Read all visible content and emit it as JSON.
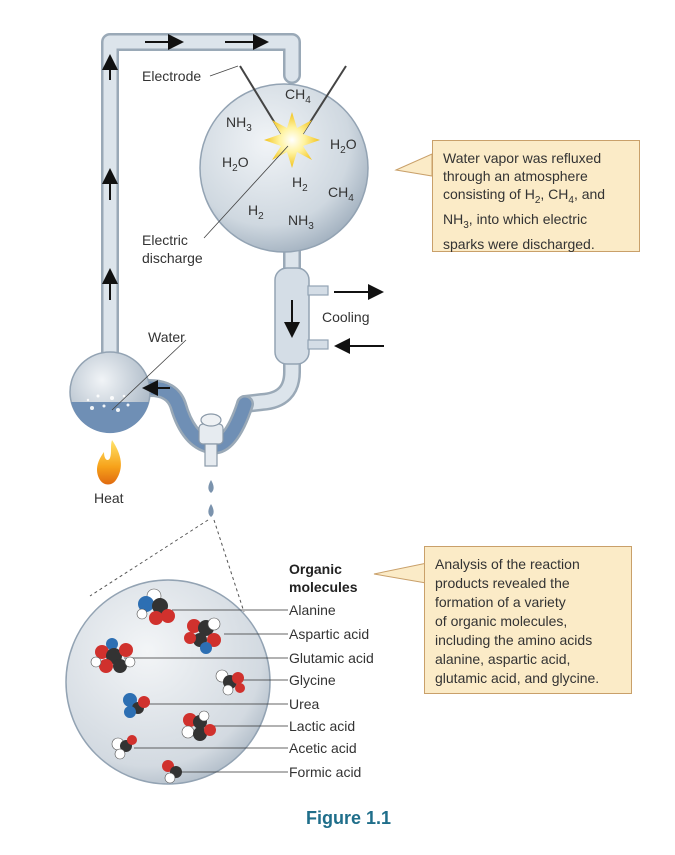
{
  "apparatus": {
    "electrode_label": "Electrode",
    "electric_discharge_line1": "Electric",
    "electric_discharge_line2": "discharge",
    "cooling_label": "Cooling",
    "water_label": "Water",
    "heat_label": "Heat",
    "gases": {
      "ch4_top": "CH",
      "ch4_top_sub": "4",
      "nh3_top": "NH",
      "nh3_top_sub": "3",
      "h2o_right": "H",
      "h2o_right_sub": "2",
      "h2o_right_suffix": "O",
      "h2o_left": "H",
      "h2o_left_sub": "2",
      "h2o_left_suffix": "O",
      "h2_center": "H",
      "h2_center_sub": "2",
      "ch4_right": "CH",
      "ch4_right_sub": "4",
      "h2_left": "H",
      "h2_left_sub": "2",
      "nh3_bottom": "NH",
      "nh3_bottom_sub": "3"
    }
  },
  "callout_top": {
    "line1": "Water vapor was refluxed",
    "line2": "through an atmosphere",
    "line3_a": "consisting of H",
    "line3_sub1": "2",
    "line3_b": ", CH",
    "line3_sub2": "4",
    "line3_c": ", and",
    "line4_a": "NH",
    "line4_sub": "3",
    "line4_b": ", into which electric",
    "line5": "sparks were discharged."
  },
  "callout_bottom": {
    "lines": [
      "Analysis of the reaction",
      "products revealed the",
      "formation of a variety",
      "of organic molecules,",
      "including the amino acids",
      "alanine, aspartic acid,",
      "glutamic acid, and glycine."
    ]
  },
  "organic": {
    "heading_line1": "Organic",
    "heading_line2": "molecules",
    "molecules": [
      "Alanine",
      "Aspartic acid",
      "Glutamic acid",
      "Glycine",
      "Urea",
      "Lactic acid",
      "Acetic acid",
      "Formic acid"
    ]
  },
  "figure_caption": "Figure 1.1",
  "colors": {
    "tube": "#c5d3df",
    "water": "#6f8fb5",
    "callout_fill": "#fbebc7",
    "callout_border": "#c9a06a",
    "caption": "#1f6e8a",
    "oxygen": "#d0312d",
    "nitrogen": "#2d6fb3",
    "carbon": "#333333",
    "hydrogen": "#ffffff"
  }
}
